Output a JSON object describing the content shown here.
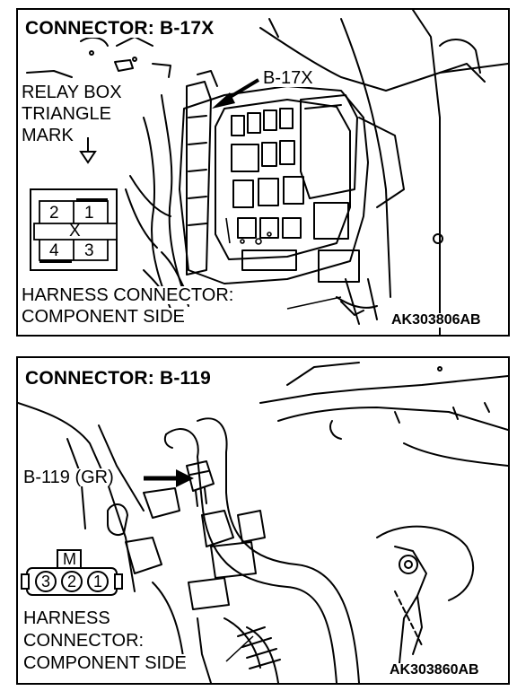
{
  "top": {
    "title": "CONNECTOR: B-17X",
    "callout": "B-17X",
    "relay_mark": [
      "RELAY BOX",
      "TRIANGLE",
      "MARK"
    ],
    "pins": [
      "2",
      "1",
      "X",
      "4",
      "3"
    ],
    "harness": [
      "HARNESS CONNECTOR:",
      "COMPONENT SIDE"
    ],
    "code": "AK303806AB"
  },
  "bottom": {
    "title": "CONNECTOR: B-119",
    "callout": "B-119 (GR)",
    "connector_mark": "M",
    "pins": [
      "3",
      "2",
      "1"
    ],
    "harness": [
      "HARNESS",
      "CONNECTOR:",
      "COMPONENT SIDE"
    ],
    "code": "AK303860AB"
  }
}
